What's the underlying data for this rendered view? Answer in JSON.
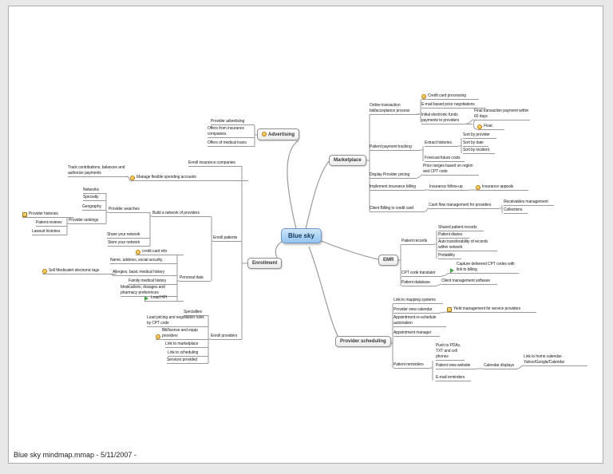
{
  "page": {
    "footer": "Blue sky mindmap.mmap - 5/11/2007 -"
  },
  "colors": {
    "center-fill": "#92c4ee",
    "center-fill-top": "#cfe6fa",
    "center-border": "#6b96c1",
    "line": "#9a9a9a",
    "node-border": "#909090"
  },
  "map": {
    "center_label": "Blue sky",
    "advertising": {
      "label": "Advertising",
      "provider_advertising": "Provider advertising",
      "offers_insurance": "Offers from insurance companies",
      "offers_loans": "Offers of medical loans"
    },
    "marketplace": {
      "label": "Marketplace",
      "online_transaction": "Online transaction bid/acceptance process",
      "credit_card_processing": "Credit card processing",
      "email_price_negotiations": "E-mail based price negotiations",
      "initial_electronic_funds": "Initial electronic funds payments to providers",
      "final_transaction_payment": "Final transaction payment within 60 days",
      "float": "Float",
      "patient_payment_tracking": "Patient payment tracking",
      "extract_histories": "Extract histories",
      "sort_by_provider": "Sort by provider",
      "sort_by_date": "Sort by date",
      "sort_by_incident": "Sort by incident",
      "forecast_future_costs": "Forecast future costs",
      "display_provider_pricing": "Display Provider pricing",
      "price_ranges": "Price ranges based on region and CPT code",
      "implement_insurance_billing": "Implement insurance billing",
      "insurance_followup": "Insurance follow-up",
      "insurance_appeals": "Insurance appeals",
      "client_billing": "Client Billing to credit card",
      "cash_flow": "Cash flow management for providers",
      "receivables_management": "Receivables management",
      "collections": "Collections"
    },
    "enrollment": {
      "label": "Enrollment",
      "enroll_insurance_companies": "Enroll insurance companies",
      "manage_fsa": "Manage flexible spending accounts",
      "track_contributions": "Track contributions, balances and authorize payments",
      "enroll_patients": "Enroll patients",
      "build_network": "Build a network of providers",
      "provider_searches": "Provider searches",
      "networks": "Networks",
      "specialty": "Specialty",
      "geography": "Geography",
      "provider_rankings": "Provider rankings",
      "provider_histories": "Provider histories",
      "patient_reviews": "Patient reviews",
      "lawsuit_histories": "Lawsuit histories",
      "share_network": "Share your network",
      "store_network": "Store your network",
      "personal_data": "Personal data",
      "credit_card_info": "credit card info",
      "name_address": "Name, address, social security,",
      "sell_medicalert": "Sell Medicalert electronic tags",
      "allergies": "Allergies, basic medical history",
      "family_history": "Family medical history",
      "medications": "Medications, dosages and pharmacy preferences",
      "load_hpi": "Load HPI",
      "enroll_providers": "Enroll providers",
      "specialties": "Specialties",
      "load_pricing": "Load pricing and negotiation rules by CPT code",
      "bill_license": "Bill/license and equip providers",
      "link_marketplace": "Link to marketplace",
      "link_scheduling": "Link to scheduling",
      "services_provided": "Services provided"
    },
    "emr": {
      "label": "EMR",
      "patient_records": "Patient records",
      "shared_patient_records": "Shared patient records",
      "patient_diaries": "Patient diaries",
      "auto_transferability": "Auto transferability of records within network",
      "portability": "Portability",
      "cpt_code_translator": "CPT code translator",
      "capture_cpt": "Capture delivered CPT codes with link to billing",
      "patient_database": "Patient database",
      "client_management_software": "Client management software"
    },
    "scheduling": {
      "label": "Provider scheduling",
      "link_mapping": "Link to mapping systems",
      "provider_view_calendar": "Provider view calendar",
      "yield_management": "Yield management for service providers",
      "appointment_reschedule": "Appointment re-schedule automation",
      "appointment_manager": "Appointment manager",
      "patient_reminders": "Patient reminders",
      "push_pdas": "Push to PDAs, TXT and cell phones",
      "patient_view_website": "Patient view website",
      "calendar_displays": "Calendar displays",
      "link_home_calendar": "Link to home calendar-Yahoo/Google/Calendar",
      "email_reminders": "E-mail reminders"
    }
  }
}
